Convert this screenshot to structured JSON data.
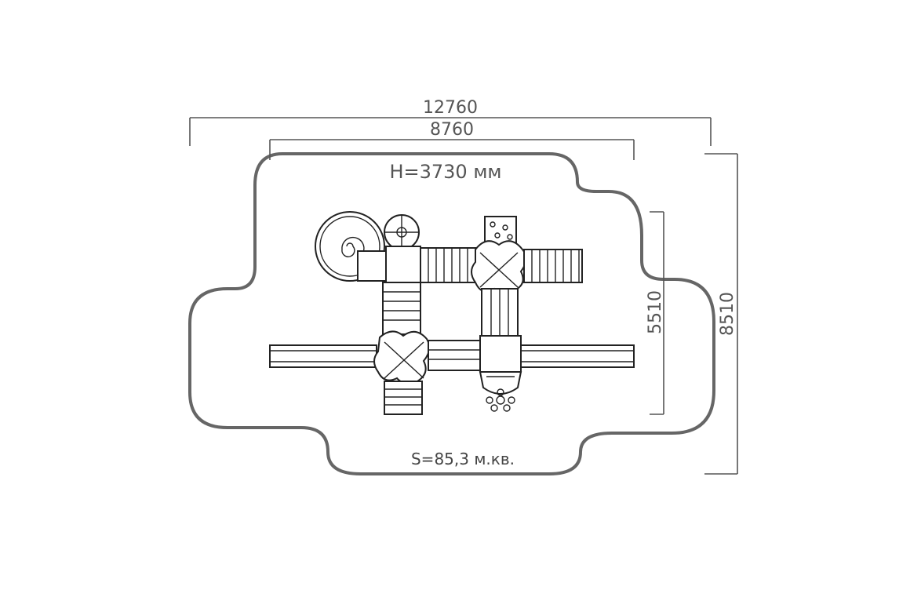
{
  "dimensions": {
    "total_width": "12760",
    "inner_width": "8760",
    "inner_height": "5510",
    "total_height": "8510"
  },
  "height_label": "H=3730 мм",
  "area_label": "S=85,3 м.кв.",
  "colors": {
    "outline": "#666666",
    "dimension_lines": "#555555",
    "equipment": "#222222"
  }
}
